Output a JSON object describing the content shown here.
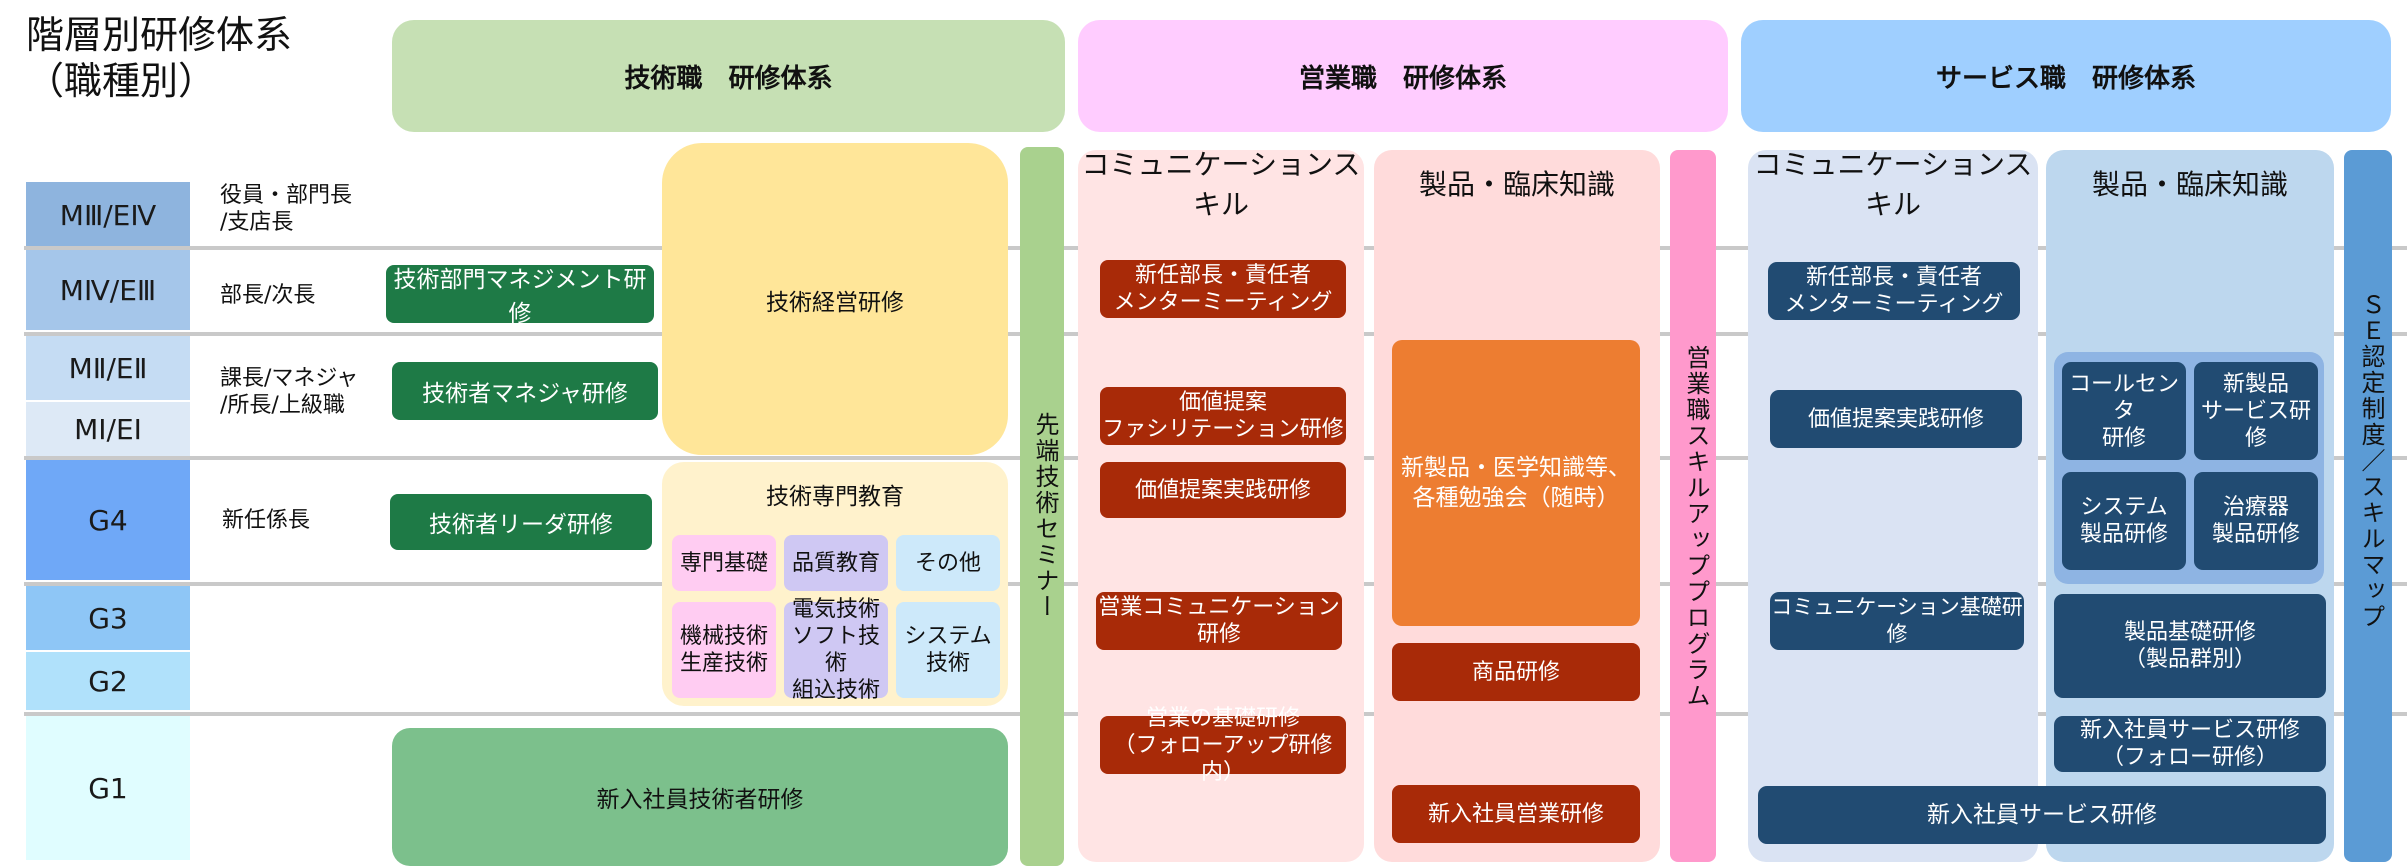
{
  "page": {
    "title_line1": "階層別研修体系",
    "title_line2": "（職種別）"
  },
  "headers": {
    "tech": "技術職　研修体系",
    "sales": "営業職　研修体系",
    "service": "サービス職　研修体系"
  },
  "ranks": [
    {
      "code": "MⅢ/EⅣ",
      "desc": "役員・部門長\n/支店長"
    },
    {
      "code": "MⅣ/EⅢ",
      "desc": "部長/次長"
    },
    {
      "code": "MⅡ/EⅡ",
      "desc": "課長/マネジャ\n/所長/上級職"
    },
    {
      "code": "MⅠ/EⅠ",
      "desc": ""
    },
    {
      "code": "G4",
      "desc": "新任係長"
    },
    {
      "code": "G3",
      "desc": ""
    },
    {
      "code": "G2",
      "desc": ""
    },
    {
      "code": "G1",
      "desc": ""
    }
  ],
  "tech": {
    "dept_mgmt": "技術部門マネジメント研修",
    "manager": "技術者マネジャ研修",
    "leader": "技術者リーダ研修",
    "executive": "技術経営研修",
    "specialty": {
      "title": "技術専門教育",
      "items": [
        "専門基礎",
        "品質教育",
        "その他",
        "機械技術\n生産技術",
        "電気技術\nソフト技術\n組込技術",
        "システム\n技術"
      ]
    },
    "newhire": "新入社員技術者研修",
    "seminar": "先端技術セミナー"
  },
  "sales": {
    "comm_title": "コミュニケーションスキル",
    "product_title": "製品・臨床知識",
    "comm_items": [
      "新任部長・責任者\nメンターミーティング",
      "価値提案\nファシリテーション研修",
      "価値提案実践研修",
      "営業コミュニケーション\n研修",
      "営業の基礎研修\n（フォローアップ研修内）"
    ],
    "product_study": "新製品・医学知識等、\n各種勉強会（随時）",
    "product_training": "商品研修",
    "newhire": "新入社員営業研修",
    "program": "営業職スキルアッププログラム"
  },
  "service": {
    "comm_title": "コミュニケーションスキル",
    "product_title": "製品・臨床知識",
    "comm_items": [
      "新任部長・責任者\nメンターミーティング",
      "価値提案実践研修",
      "コミュニケーション基礎研修"
    ],
    "product_grid": [
      "コールセンタ\n研修",
      "新製品\nサービス研修",
      "システム\n製品研修",
      "治療器\n製品研修"
    ],
    "product_basic": "製品基礎研修\n（製品群別）",
    "newhire_follow": "新入社員サービス研修\n（フォロー研修）",
    "newhire": "新入社員サービス研修",
    "se_cert": "ＳＥ認定制度／スキルマップ"
  },
  "colors": {
    "tech_header": "#c6e0b4",
    "sales_header": "#ffccff",
    "service_header": "#9fcfff",
    "green_btn": "#1e7a46",
    "red_btn": "#a82a08",
    "blue_btn": "#214b72",
    "orange": "#ed7d31"
  }
}
